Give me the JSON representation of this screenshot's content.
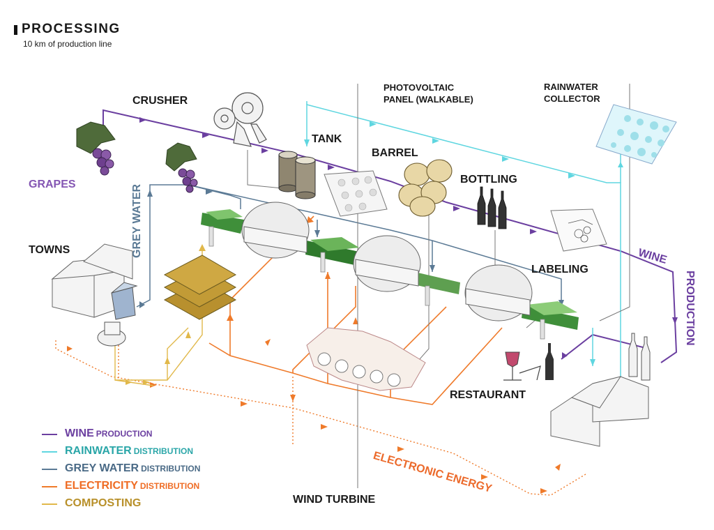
{
  "header": {
    "title": "PROCESSING",
    "subtitle": "10 km of production line"
  },
  "labels": {
    "crusher": "CRUSHER",
    "photovoltaic": "PHOTOVOLTAIC\nPANEL (WALKABLE)",
    "rainwater_collector": "RAINWATER\nCOLLECTOR",
    "tank": "TANK",
    "barrel": "BARREL",
    "bottling": "BOTTLING",
    "grapes": "GRAPES",
    "grey_water": "GREY WATER",
    "towns": "TOWNS",
    "labeling": "LABELING",
    "wine": "WINE",
    "production": "PRODUCTION",
    "restaurant": "RESTAURANT",
    "electronic_energy": "ELECTRONIC ENERGY",
    "wind_turbine": "WIND TURBINE"
  },
  "legend": [
    {
      "word": "WINE",
      "suffix": "PRODUCTION",
      "color": "#6b3fa0"
    },
    {
      "word": "RAINWATER",
      "suffix": "DISTRIBUTION",
      "color": "#2cb5b5"
    },
    {
      "word": "GREY WATER",
      "suffix": "DISTRIBUTION",
      "color": "#4a6a86"
    },
    {
      "word": "ELECTRICITY",
      "suffix": "DISTRIBUTION",
      "color": "#ef6c24"
    },
    {
      "word": "COMPOSTING",
      "suffix": "",
      "color": "#c9a227"
    }
  ],
  "colors": {
    "wine": "#6b3fa0",
    "rainwater": "#5fd6e0",
    "grey_water": "#5b7a95",
    "electricity": "#ef7a2a",
    "composting": "#e1b84a",
    "text": "#1a1a1a",
    "grapes_label": "#8456b3",
    "grey_water_label": "#5b7a95",
    "energy_label": "#ec6a2b"
  }
}
